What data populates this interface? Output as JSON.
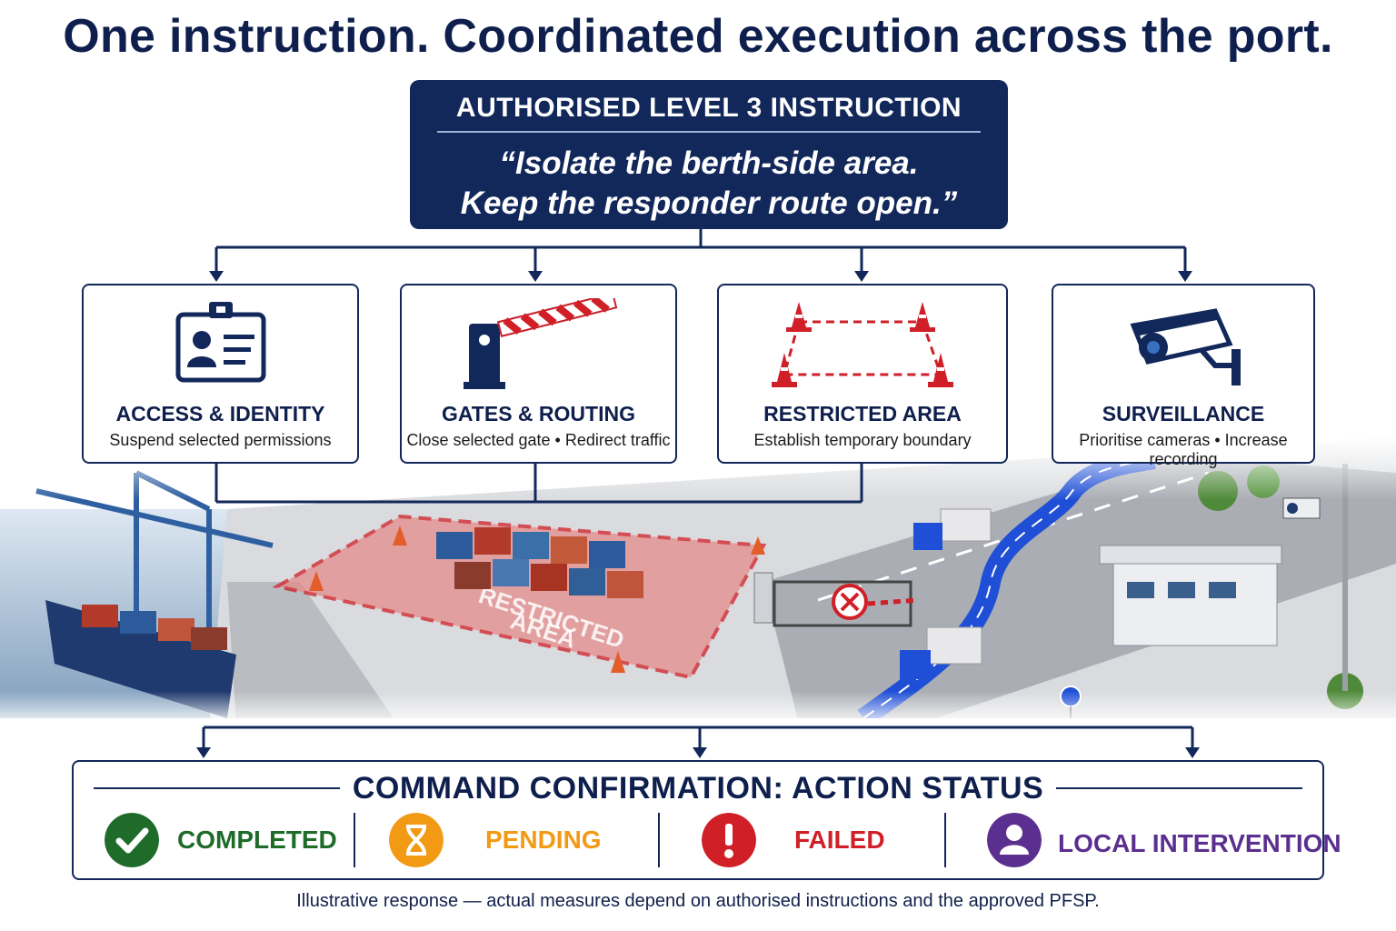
{
  "headline": "One instruction. Coordinated execution across the port.",
  "instruction": {
    "label": "AUTHORISED LEVEL 3 INSTRUCTION",
    "quote_line1": "“Isolate the berth-side area.",
    "quote_line2": "Keep the responder route open.”"
  },
  "domains": [
    {
      "title": "ACCESS & IDENTITY",
      "subtitle": "Suspend selected permissions",
      "icon": "id-badge-icon"
    },
    {
      "title": "GATES & ROUTING",
      "subtitle": "Close selected gate • Redirect traffic",
      "icon": "barrier-gate-icon"
    },
    {
      "title": "RESTRICTED AREA",
      "subtitle": "Establish temporary boundary",
      "icon": "traffic-cones-icon"
    },
    {
      "title": "SURVEILLANCE",
      "subtitle": "Prioritise cameras • Increase recording",
      "icon": "cctv-camera-icon"
    }
  ],
  "scene": {
    "zone_label_line1": "RESTRICTED",
    "zone_label_line2": "AREA"
  },
  "status": {
    "heading": "COMMAND CONFIRMATION: ACTION STATUS",
    "items": [
      {
        "label": "COMPLETED",
        "color": "#1e6b2a",
        "icon": "check-icon"
      },
      {
        "label": "PENDING",
        "color": "#f29a14",
        "icon": "hourglass-icon"
      },
      {
        "label": "FAILED",
        "color": "#d01f27",
        "icon": "exclamation-icon"
      },
      {
        "label": "LOCAL INTERVENTION",
        "color": "#5b2f8f",
        "icon": "person-icon"
      }
    ]
  },
  "footnote": "Illustrative response — actual measures depend on authorised instructions and the approved PFSP.",
  "colors": {
    "navy": "#12275a",
    "red": "#d01f27",
    "blue": "#1f4fd6"
  }
}
